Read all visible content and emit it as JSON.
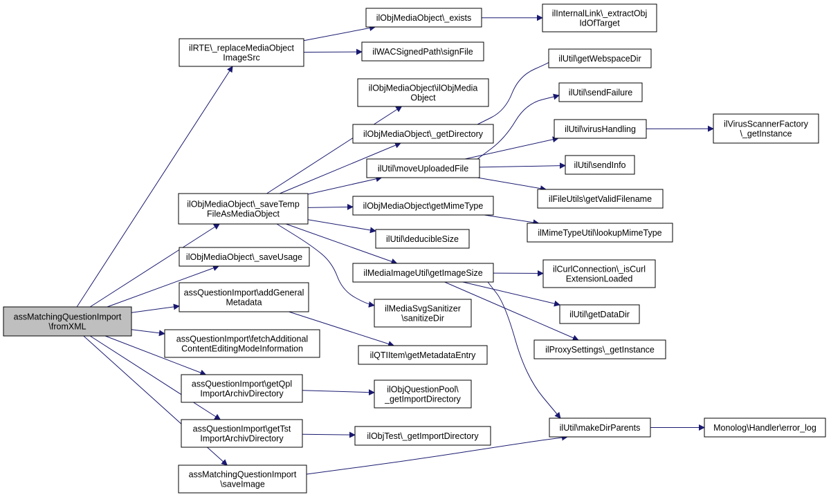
{
  "colors": {
    "edge": "#191970",
    "root_fill": "#bfbfbf",
    "node_fill": "#ffffff",
    "node_stroke": "#000000"
  },
  "nodes": {
    "root": [
      "assMatchingQuestionImport",
      "\\fromXML"
    ],
    "rte_replace": [
      "ilRTE\\_replaceMediaObject",
      "ImageSrc"
    ],
    "mob_save_temp": [
      "ilObjMediaObject\\_saveTemp",
      "FileAsMediaObject"
    ],
    "mob_save_usage": [
      "ilObjMediaObject\\_saveUsage"
    ],
    "qi_add_meta": [
      "assQuestionImport\\addGeneral",
      "Metadata"
    ],
    "qi_fetch": [
      "assQuestionImport\\fetchAdditional",
      "ContentEditingModeInformation"
    ],
    "qi_qpl_dir": [
      "assQuestionImport\\getQpl",
      "ImportArchivDirectory"
    ],
    "qi_tst_dir": [
      "assQuestionImport\\getTst",
      "ImportArchivDirectory"
    ],
    "mqi_save_image": [
      "assMatchingQuestionImport",
      "\\saveImage"
    ],
    "mob_exists": [
      "ilObjMediaObject\\_exists"
    ],
    "wac_sign": [
      "ilWACSignedPath\\signFile"
    ],
    "mob_ctor": [
      "ilObjMediaObject\\ilObjMedia",
      "Object"
    ],
    "mob_get_dir": [
      "ilObjMediaObject\\_getDirectory"
    ],
    "util_move": [
      "ilUtil\\moveUploadedFile"
    ],
    "mob_mime": [
      "ilObjMediaObject\\getMimeType"
    ],
    "util_deducible": [
      "ilUtil\\deducibleSize"
    ],
    "img_size": [
      "ilMediaImageUtil\\getImageSize"
    ],
    "svg_sanitize": [
      "ilMediaSvgSanitizer",
      "\\sanitizeDir"
    ],
    "qti_meta": [
      "ilQTIItem\\getMetadataEntry"
    ],
    "qpool_dir": [
      "ilObjQuestionPool\\",
      "_getImportDirectory"
    ],
    "test_dir": [
      "ilObjTest\\_getImportDirectory"
    ],
    "link_extract": [
      "ilInternalLink\\_extractObj",
      "IdOfTarget"
    ],
    "util_webspace": [
      "ilUtil\\getWebspaceDir"
    ],
    "util_send_failure": [
      "ilUtil\\sendFailure"
    ],
    "util_virus": [
      "ilUtil\\virusHandling"
    ],
    "util_send_info": [
      "ilUtil\\sendInfo"
    ],
    "fileutils_valid": [
      "ilFileUtils\\getValidFilename"
    ],
    "mimetype_lookup": [
      "ilMimeTypeUtil\\lookupMimeType"
    ],
    "curl_loaded": [
      "ilCurlConnection\\_isCurl",
      "ExtensionLoaded"
    ],
    "util_data_dir": [
      "ilUtil\\getDataDir"
    ],
    "proxy_instance": [
      "ilProxySettings\\_getInstance"
    ],
    "util_mkdir": [
      "ilUtil\\makeDirParents"
    ],
    "virus_factory": [
      "ilVirusScannerFactory",
      "\\_getInstance"
    ],
    "monolog_error": [
      "Monolog\\Handler\\error_log"
    ]
  },
  "edges": [
    [
      "root",
      "rte_replace"
    ],
    [
      "root",
      "mob_save_temp"
    ],
    [
      "root",
      "mob_save_usage"
    ],
    [
      "root",
      "qi_add_meta"
    ],
    [
      "root",
      "qi_fetch"
    ],
    [
      "root",
      "qi_qpl_dir"
    ],
    [
      "root",
      "qi_tst_dir"
    ],
    [
      "root",
      "mqi_save_image"
    ],
    [
      "rte_replace",
      "mob_exists"
    ],
    [
      "rte_replace",
      "wac_sign"
    ],
    [
      "mob_exists",
      "link_extract"
    ],
    [
      "mob_save_temp",
      "mob_ctor"
    ],
    [
      "mob_save_temp",
      "mob_get_dir"
    ],
    [
      "mob_save_temp",
      "util_move"
    ],
    [
      "mob_save_temp",
      "mob_mime"
    ],
    [
      "mob_save_temp",
      "util_deducible"
    ],
    [
      "mob_save_temp",
      "img_size"
    ],
    [
      "mob_save_temp",
      "svg_sanitize"
    ],
    [
      "mob_get_dir",
      "util_webspace"
    ],
    [
      "util_move",
      "util_send_failure"
    ],
    [
      "util_move",
      "util_virus"
    ],
    [
      "util_move",
      "util_send_info"
    ],
    [
      "util_move",
      "fileutils_valid"
    ],
    [
      "util_virus",
      "virus_factory"
    ],
    [
      "mob_mime",
      "mimetype_lookup"
    ],
    [
      "img_size",
      "curl_loaded"
    ],
    [
      "img_size",
      "util_data_dir"
    ],
    [
      "img_size",
      "proxy_instance"
    ],
    [
      "img_size",
      "util_mkdir"
    ],
    [
      "qi_add_meta",
      "qti_meta"
    ],
    [
      "qi_qpl_dir",
      "qpool_dir"
    ],
    [
      "qi_tst_dir",
      "test_dir"
    ],
    [
      "mqi_save_image",
      "util_mkdir"
    ],
    [
      "util_mkdir",
      "monolog_error"
    ]
  ]
}
